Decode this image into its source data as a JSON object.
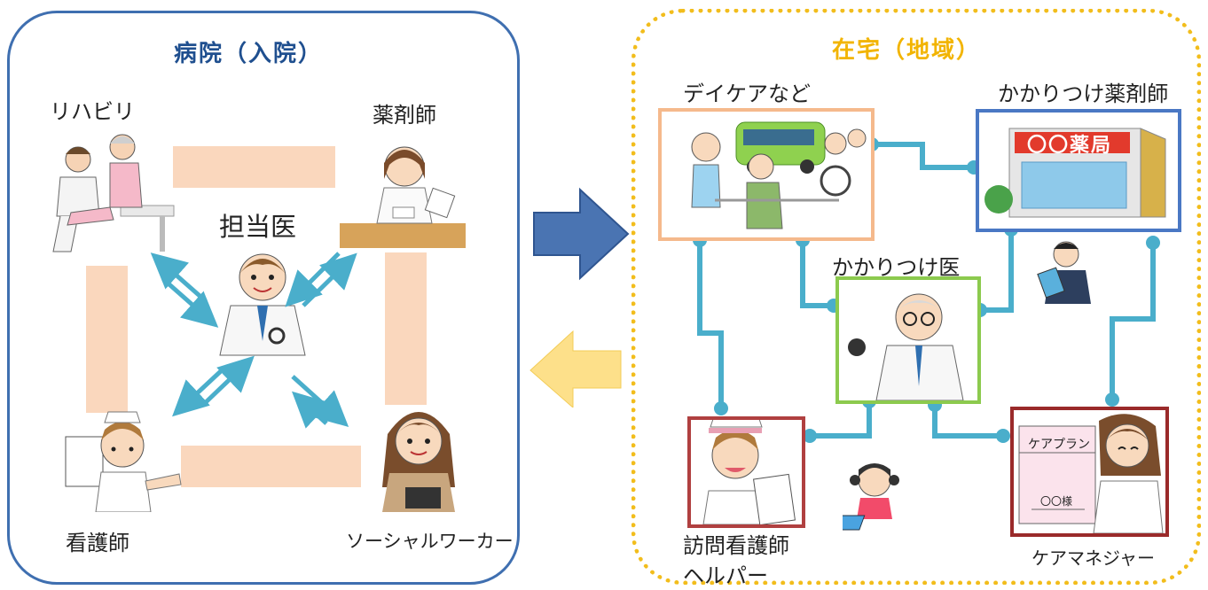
{
  "hospital": {
    "title": "病院（入院）",
    "doctor": "担当医",
    "rehab": "リハビリ",
    "pharmacist": "薬剤師",
    "nurse": "看護師",
    "social_worker": "ソーシャルワーカー"
  },
  "home": {
    "title": "在宅（地域）",
    "daycare": "デイケアなど",
    "family_pharmacist": "かかりつけ薬剤師",
    "family_doctor": "かかりつけ医",
    "visiting_nurse_line1": "訪問看護師",
    "visiting_nurse_line2": "ヘルパー",
    "care_manager": "ケアマネジャー",
    "pharmacy_sign": "〇〇薬局",
    "care_plan_title": "ケアプラン",
    "care_plan_name": "〇〇様"
  },
  "colors": {
    "hospital_border": "#3f6fb0",
    "home_border": "#f2bd1c",
    "connector": "#4aaecb",
    "bar": "#fad7bd",
    "arrow_right": "#4a74b2",
    "arrow_left": "#fde08a"
  }
}
